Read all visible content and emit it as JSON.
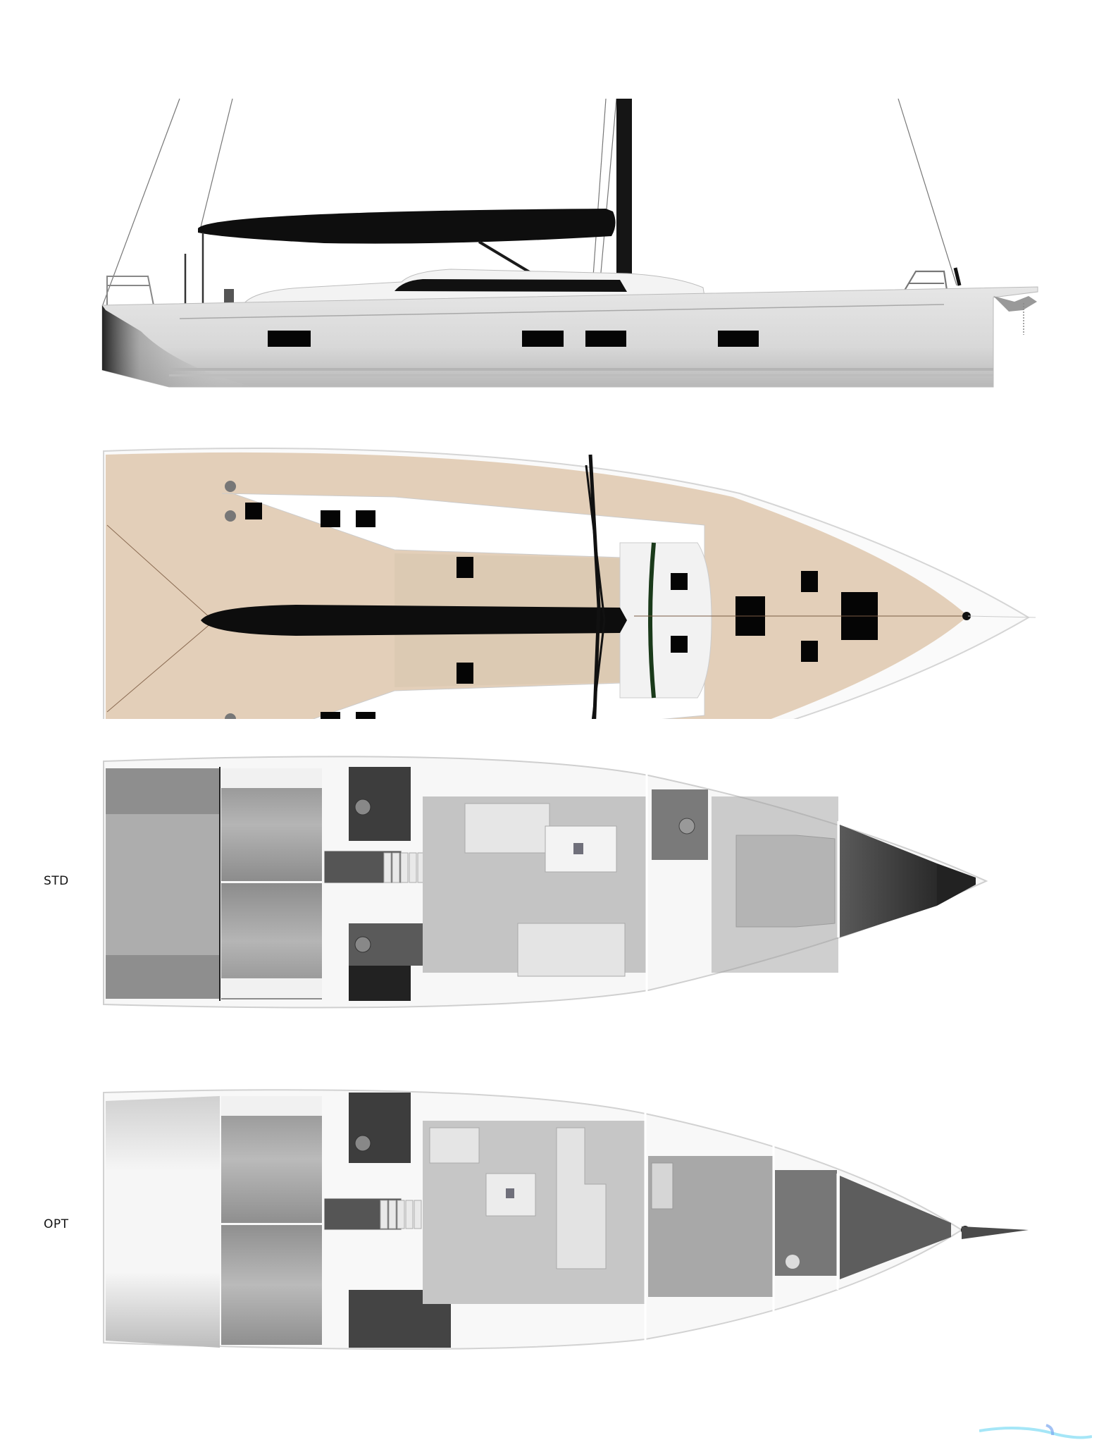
{
  "sheet": {
    "views": [
      {
        "id": "profile",
        "name": "Side profile elevation"
      },
      {
        "id": "deck",
        "name": "Deck plan"
      },
      {
        "id": "std",
        "name": "Interior layout standard",
        "label": "STD"
      },
      {
        "id": "opt",
        "name": "Interior layout optional",
        "label": "OPT"
      }
    ],
    "colors": {
      "hull": "#d9d9d9",
      "hull_dark": "#2a2a2a",
      "rig": "#111111",
      "teak_deck": "#e3cfb9",
      "superstructure": "#f4f4f4",
      "interior_mid": "#9a9a9a",
      "interior_light": "#d6d6d6",
      "watermark": "#7fd8f0"
    },
    "profile": {
      "portlights": 4
    },
    "watermark": {
      "icon": "wave-logo-icon"
    }
  }
}
